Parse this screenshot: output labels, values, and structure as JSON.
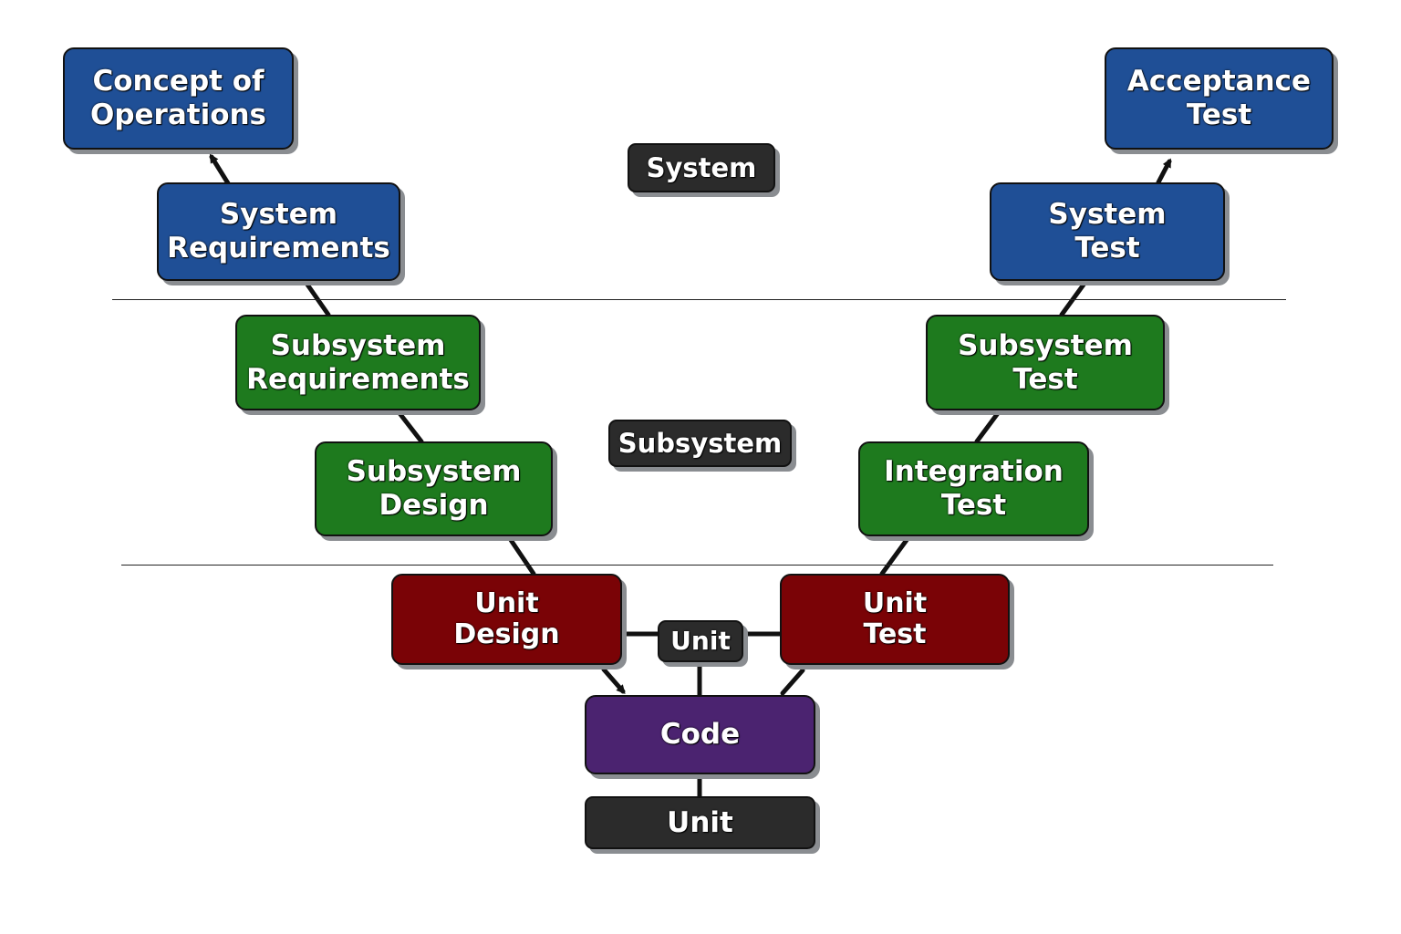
{
  "diagram": {
    "type": "v-model",
    "colors": {
      "system_level": "#1f4f96",
      "subsystem_level": "#1e7a1e",
      "unit_level": "#7a0306",
      "code": "#4b2370",
      "level_label": "#2b2b2b",
      "shadow": "#8a8d91",
      "connector": "#111111"
    },
    "level_labels": {
      "system": "System",
      "subsystem": "Subsystem",
      "unit_middle": "Unit",
      "unit_bottom": "Unit"
    },
    "left_branch": {
      "concept_of_operations": [
        "Concept of",
        "Operations"
      ],
      "system_requirements": [
        "System",
        "Requirements"
      ],
      "subsystem_requirements": [
        "Subsystem",
        "Requirements"
      ],
      "subsystem_design": [
        "Subsystem",
        "Design"
      ],
      "unit_design": [
        "Unit",
        "Design"
      ]
    },
    "right_branch": {
      "acceptance_test": [
        "Acceptance",
        "Test"
      ],
      "system_test": [
        "System",
        "Test"
      ],
      "subsystem_test": [
        "Subsystem",
        "Test"
      ],
      "integration_test": [
        "Integration",
        "Test"
      ],
      "unit_test": [
        "Unit",
        "Test"
      ]
    },
    "bottom": {
      "code": "Code"
    },
    "edges": [
      {
        "from": "system_requirements",
        "to": "concept_of_operations",
        "arrow": true
      },
      {
        "from": "system_requirements",
        "to": "subsystem_requirements",
        "arrow": false
      },
      {
        "from": "subsystem_requirements",
        "to": "subsystem_design",
        "arrow": false
      },
      {
        "from": "subsystem_design",
        "to": "unit_design",
        "arrow": false
      },
      {
        "from": "unit_design",
        "to": "code",
        "arrow": true
      },
      {
        "from": "unit_design",
        "to": "unit_middle",
        "arrow": false
      },
      {
        "from": "unit_middle",
        "to": "unit_test",
        "arrow": false
      },
      {
        "from": "unit_middle",
        "to": "code",
        "arrow": false
      },
      {
        "from": "code",
        "to": "unit_test",
        "arrow": false
      },
      {
        "from": "code",
        "to": "unit_bottom",
        "arrow": false
      },
      {
        "from": "unit_test",
        "to": "integration_test",
        "arrow": false
      },
      {
        "from": "integration_test",
        "to": "subsystem_test",
        "arrow": false
      },
      {
        "from": "subsystem_test",
        "to": "system_test",
        "arrow": false
      },
      {
        "from": "system_test",
        "to": "acceptance_test",
        "arrow": true
      }
    ]
  }
}
